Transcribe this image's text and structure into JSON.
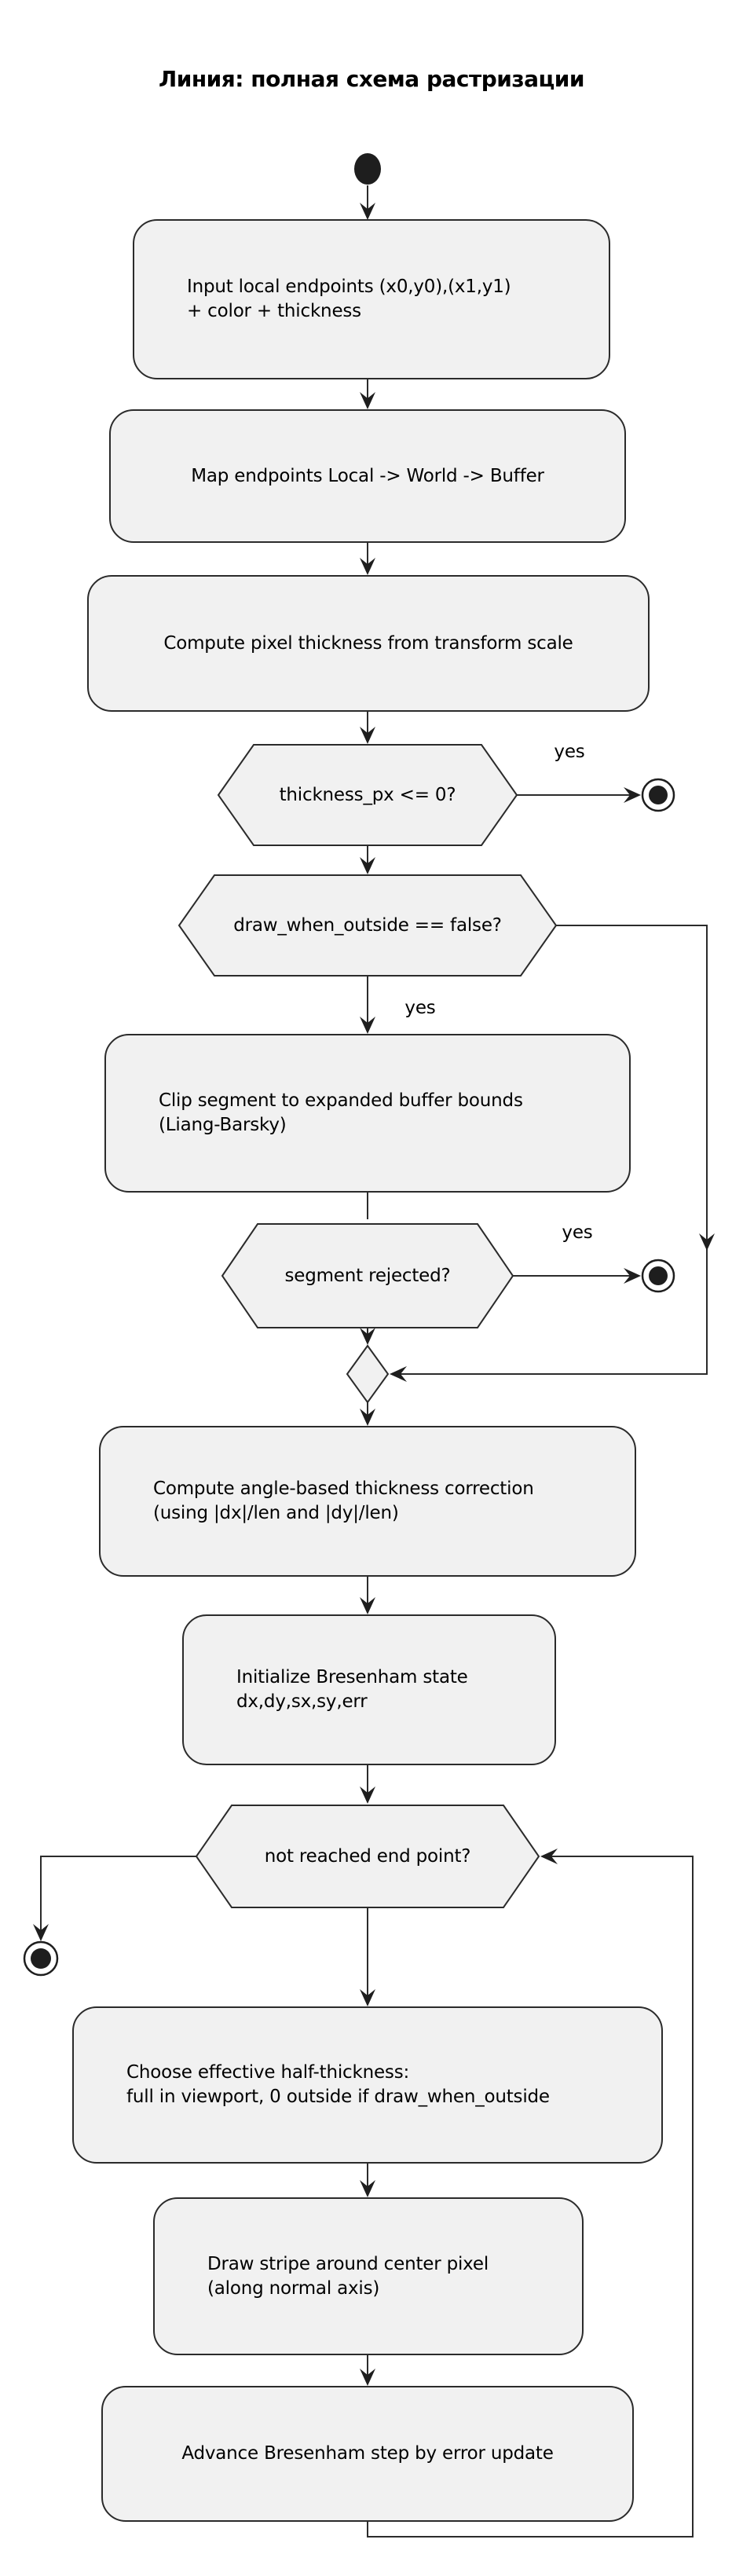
{
  "diagram": {
    "title": "Линия: полная схема растризации",
    "colors": {
      "background": "#FFFFFF",
      "node_fill": "#F1F1F1",
      "node_border": "#2B2B2B",
      "edge": "#2B2B2B",
      "terminal": "#1E1E1E",
      "text": "#000000"
    },
    "nodes": {
      "input": {
        "lines": [
          "Input local endpoints (x0,y0),(x1,y1)",
          "+ color + thickness"
        ]
      },
      "map_endpoints": {
        "lines": [
          "Map endpoints Local -> World -> Buffer"
        ]
      },
      "compute_thickness": {
        "lines": [
          "Compute pixel thickness from transform scale"
        ]
      },
      "thickness_check": {
        "label": "thickness_px <= 0?"
      },
      "outside_check": {
        "label": "draw_when_outside == false?"
      },
      "clip": {
        "lines": [
          "Clip segment to expanded buffer bounds",
          "(Liang-Barsky)"
        ]
      },
      "rejected_check": {
        "label": "segment rejected?"
      },
      "angle_correction": {
        "lines": [
          "Compute angle-based thickness correction",
          "(using |dx|/len and |dy|/len)"
        ]
      },
      "init_bresenham": {
        "lines": [
          "Initialize Bresenham state",
          "dx,dy,sx,sy,err"
        ]
      },
      "loop_check": {
        "label": "not reached end point?"
      },
      "choose_half_thickness": {
        "lines": [
          "Choose effective half-thickness:",
          "full in viewport, 0 outside if draw_when_outside"
        ]
      },
      "draw_stripe": {
        "lines": [
          "Draw stripe around center pixel",
          "(along normal axis)"
        ]
      },
      "advance_step": {
        "lines": [
          "Advance Bresenham step by error update"
        ]
      }
    },
    "edge_labels": {
      "thickness_yes": "yes",
      "outside_yes": "yes",
      "rejected_yes": "yes"
    }
  }
}
